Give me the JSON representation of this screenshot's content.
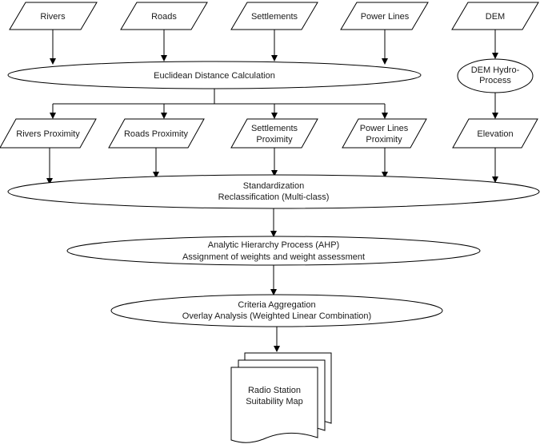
{
  "inputs": {
    "rivers": "Rivers",
    "roads": "Roads",
    "settlements": "Settlements",
    "power_lines": "Power Lines",
    "dem": "DEM"
  },
  "euclidean": "Euclidean Distance Calculation",
  "dem_hydro": [
    "DEM Hydro-",
    "Process"
  ],
  "proximity": {
    "rivers": "Rivers Proximity",
    "roads": "Roads Proximity",
    "settlements": [
      "Settlements",
      "Proximity"
    ],
    "power_lines": [
      "Power Lines",
      "Proximity"
    ],
    "elevation": "Elevation"
  },
  "standardization": [
    "Standardization",
    "Reclassification (Multi-class)"
  ],
  "ahp": [
    "Analytic Hierarchy Process (AHP)",
    "Assignment of weights and weight assessment"
  ],
  "aggregation": [
    "Criteria Aggregation",
    "Overlay Analysis (Weighted Linear Combination)"
  ],
  "output": [
    "Radio Station",
    "Suitability Map"
  ]
}
